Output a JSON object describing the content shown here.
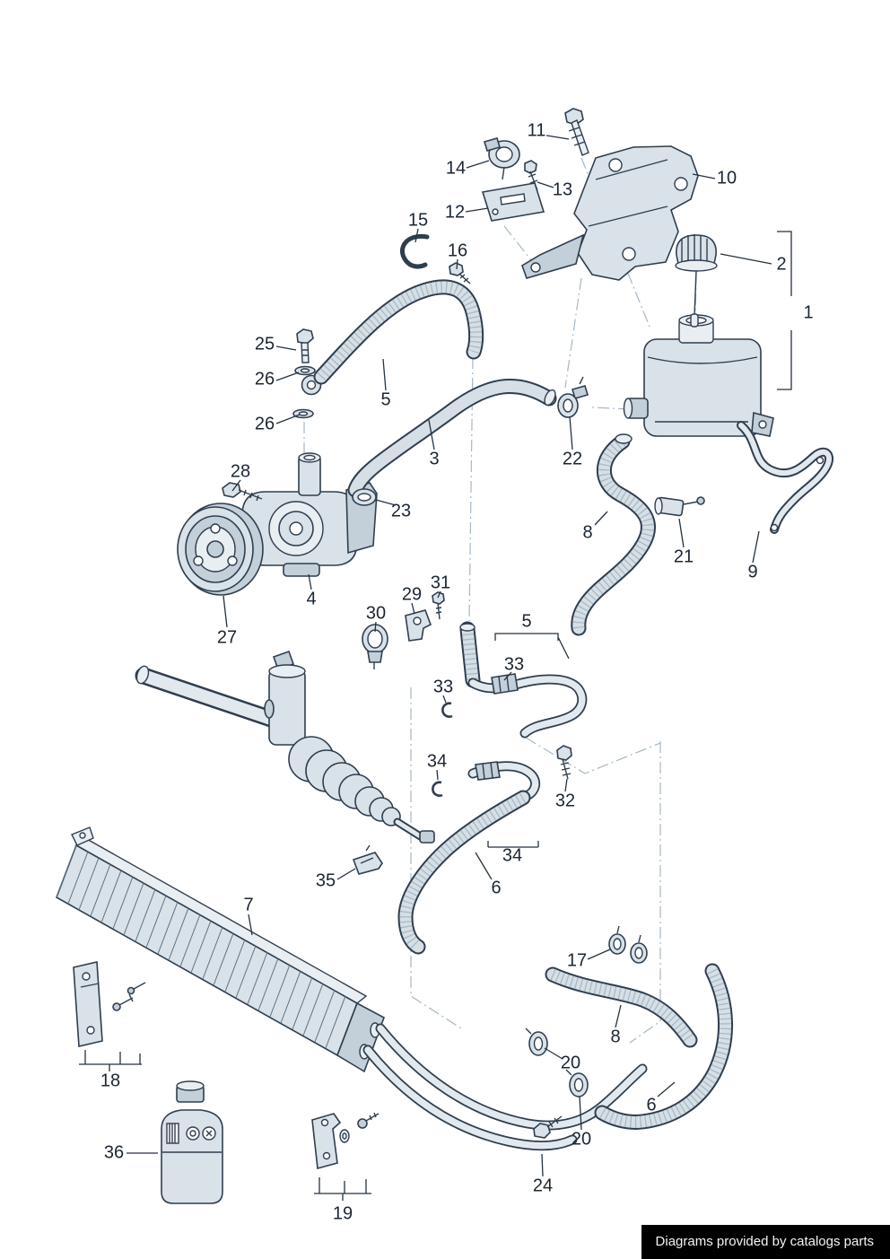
{
  "watermark": {
    "text": "Diagrams provided by catalogs parts"
  },
  "colors": {
    "ink": "#2f3e4e",
    "part_fill": "#d9e2e9",
    "construction": "#a5b8c6",
    "watermark_bg": "#000000",
    "watermark_text": "#f4f4f4"
  },
  "callouts": {
    "n1": "1",
    "n2": "2",
    "n3": "3",
    "n4": "4",
    "n5": "5",
    "n6": "6",
    "n7": "7",
    "n8": "8",
    "n9": "9",
    "n10": "10",
    "n11": "11",
    "n12": "12",
    "n13": "13",
    "n14": "14",
    "n15": "15",
    "n16": "16",
    "n17": "17",
    "n18": "18",
    "n19": "19",
    "n20": "20",
    "n21": "21",
    "n22": "22",
    "n23": "23",
    "n24": "24",
    "n25": "25",
    "n26": "26",
    "n27": "27",
    "n28": "28",
    "n29": "29",
    "n30": "30",
    "n31": "31",
    "n32": "32",
    "n33": "33",
    "n34": "34",
    "n35": "35",
    "n36": "36"
  }
}
